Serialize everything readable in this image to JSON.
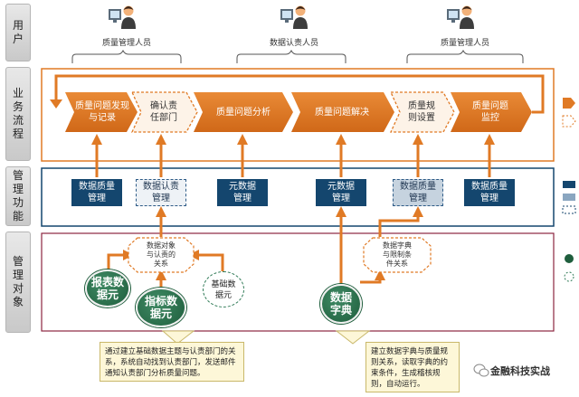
{
  "rows": {
    "user": "用户",
    "process": "业务流程",
    "function": "管理功能",
    "object": "管理对象"
  },
  "roles": [
    "质量管理人员",
    "数据认责人员",
    "质量管理人员"
  ],
  "process_steps": [
    {
      "label": "质量问题发现与记录",
      "lines": [
        "质量问题发现",
        "与记录"
      ]
    },
    {
      "label": "确认责任部门",
      "lines": [
        "确认责",
        "任部门"
      ]
    },
    {
      "label": "质量问题分析",
      "lines": [
        "质量问题分析"
      ]
    },
    {
      "label": "质量问题解决",
      "lines": [
        "质量问题解决"
      ]
    },
    {
      "label": "质量规则设置",
      "lines": [
        "质量规",
        "则设置"
      ]
    },
    {
      "label": "质量问题监控",
      "lines": [
        "质量问题",
        "监控"
      ]
    }
  ],
  "functions": [
    {
      "lines": [
        "数据质量",
        "管理"
      ],
      "style": "solid"
    },
    {
      "lines": [
        "数据认责",
        "管理"
      ],
      "style": "dashed"
    },
    {
      "lines": [
        "元数据",
        "管理"
      ],
      "style": "solid"
    },
    {
      "lines": [
        "元数据",
        "管理"
      ],
      "style": "solid"
    },
    {
      "lines": [
        "数据质量",
        "管理"
      ],
      "style": "dashed"
    },
    {
      "lines": [
        "数据质量",
        "管理"
      ],
      "style": "solid"
    }
  ],
  "objects": {
    "relation_left": [
      "数据对象",
      "与认责的",
      "关系"
    ],
    "relation_right": [
      "数据字典",
      "与限制条",
      "件关系"
    ],
    "report_meta": [
      "报表数",
      "据元"
    ],
    "indicator_meta": [
      "指标数",
      "据元"
    ],
    "basic_meta": [
      "基础数",
      "据元"
    ],
    "dictionary": [
      "数据",
      "字典"
    ]
  },
  "callouts": {
    "left": "通过建立基础数据主题与认责部门的关系，系统自动找到认责部门，发送邮件通知认责部门分析质量问题。",
    "right": "建立数据字典与质量规则关系，读取字典的约束条件，生成稽核规则，自动运行。"
  },
  "watermark": "金融科技实战",
  "colors": {
    "orange": "#e07a25",
    "navy": "#14466e",
    "maroon": "#8c2540",
    "green": "#1f5e3d"
  }
}
